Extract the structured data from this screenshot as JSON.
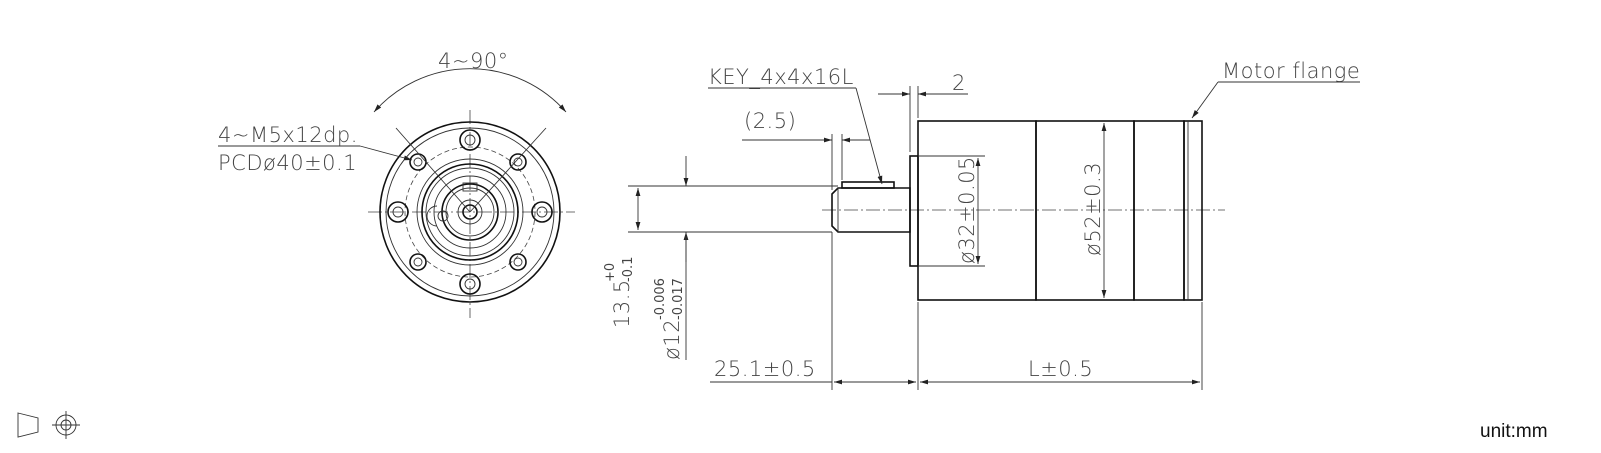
{
  "labels": {
    "angle": "4~90°",
    "thread": "4~M5x12dp.",
    "pcd": "PCDø40±0.1",
    "key": "KEY_4x4x16L",
    "gap": "2",
    "flange": "Motor flange",
    "offset": "(2.5)",
    "d32": "ø32±0.05",
    "d52": "ø52±0.3",
    "h135": "13.5",
    "h135_tol_up": "+0",
    "h135_tol_dn": "-0.1",
    "d12": "ø12",
    "d12_tol_up": "-0.006",
    "d12_tol_dn": "-0.017",
    "len251": "25.1±0.5",
    "lenL": "L±0.5",
    "unit": "unit:mm"
  },
  "icons": {
    "projection": "first-angle-projection-icon"
  }
}
